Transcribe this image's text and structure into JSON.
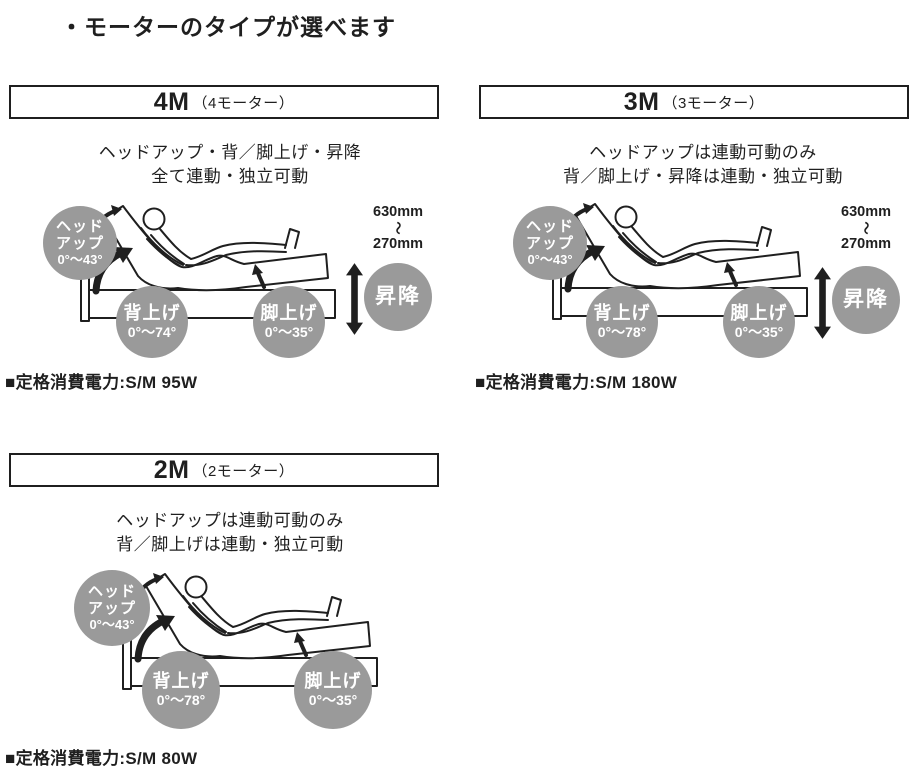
{
  "title": "・モーターのタイプが選べます",
  "panels": [
    {
      "header": {
        "code": "4M",
        "sub": "（4モーター）"
      },
      "description": [
        "ヘッドアップ・背／脚上げ・昇降",
        "全て連動・独立可動"
      ],
      "badges": {
        "head_up": {
          "line1": "ヘッド",
          "line2": "アップ",
          "range": "0°〜43°"
        },
        "back_up": {
          "label": "背上げ",
          "range": "0°〜74°"
        },
        "leg_up": {
          "label": "脚上げ",
          "range": "0°〜35°"
        },
        "lift": {
          "label": "昇降"
        },
        "height": {
          "max": "630mm",
          "wave": "〜",
          "min": "270mm"
        }
      },
      "power": "■定格消費電力:S/M 95W"
    },
    {
      "header": {
        "code": "3M",
        "sub": "（3モーター）"
      },
      "description": [
        "ヘッドアップは連動可動のみ",
        "背／脚上げ・昇降は連動・独立可動"
      ],
      "badges": {
        "head_up": {
          "line1": "ヘッド",
          "line2": "アップ",
          "range": "0°〜43°"
        },
        "back_up": {
          "label": "背上げ",
          "range": "0°〜78°"
        },
        "leg_up": {
          "label": "脚上げ",
          "range": "0°〜35°"
        },
        "lift": {
          "label": "昇降"
        },
        "height": {
          "max": "630mm",
          "wave": "〜",
          "min": "270mm"
        }
      },
      "power": "■定格消費電力:S/M 180W"
    },
    {
      "header": {
        "code": "2M",
        "sub": "（2モーター）"
      },
      "description": [
        "ヘッドアップは連動可動のみ",
        "背／脚上げは連動・独立可動"
      ],
      "badges": {
        "head_up": {
          "line1": "ヘッド",
          "line2": "アップ",
          "range": "0°〜43°"
        },
        "back_up": {
          "label": "背上げ",
          "range": "0°〜78°"
        },
        "leg_up": {
          "label": "脚上げ",
          "range": "0°〜35°"
        }
      },
      "power": "■定格消費電力:S/M 80W"
    }
  ],
  "colors": {
    "badge_gray": "#9a9a9a",
    "ink": "#1f1f1f",
    "background": "#ffffff"
  }
}
